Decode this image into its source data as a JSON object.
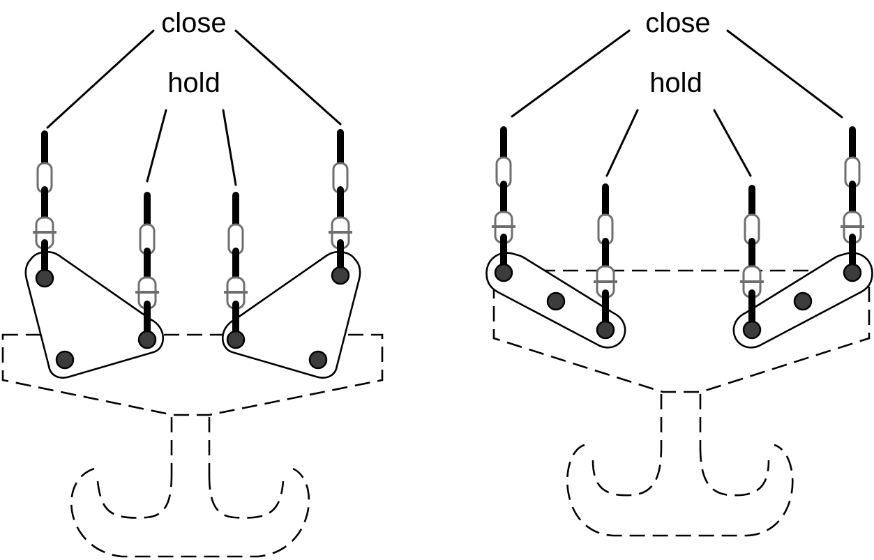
{
  "figures": [
    {
      "id": "left",
      "close_label": "close",
      "hold_label": "hold"
    },
    {
      "id": "right",
      "close_label": "close",
      "hold_label": "hold"
    }
  ],
  "colors": {
    "line": "#000000",
    "pin_fill": "#3c3c3c",
    "chain_link": "#6e6e6e",
    "background": "#ffffff"
  }
}
